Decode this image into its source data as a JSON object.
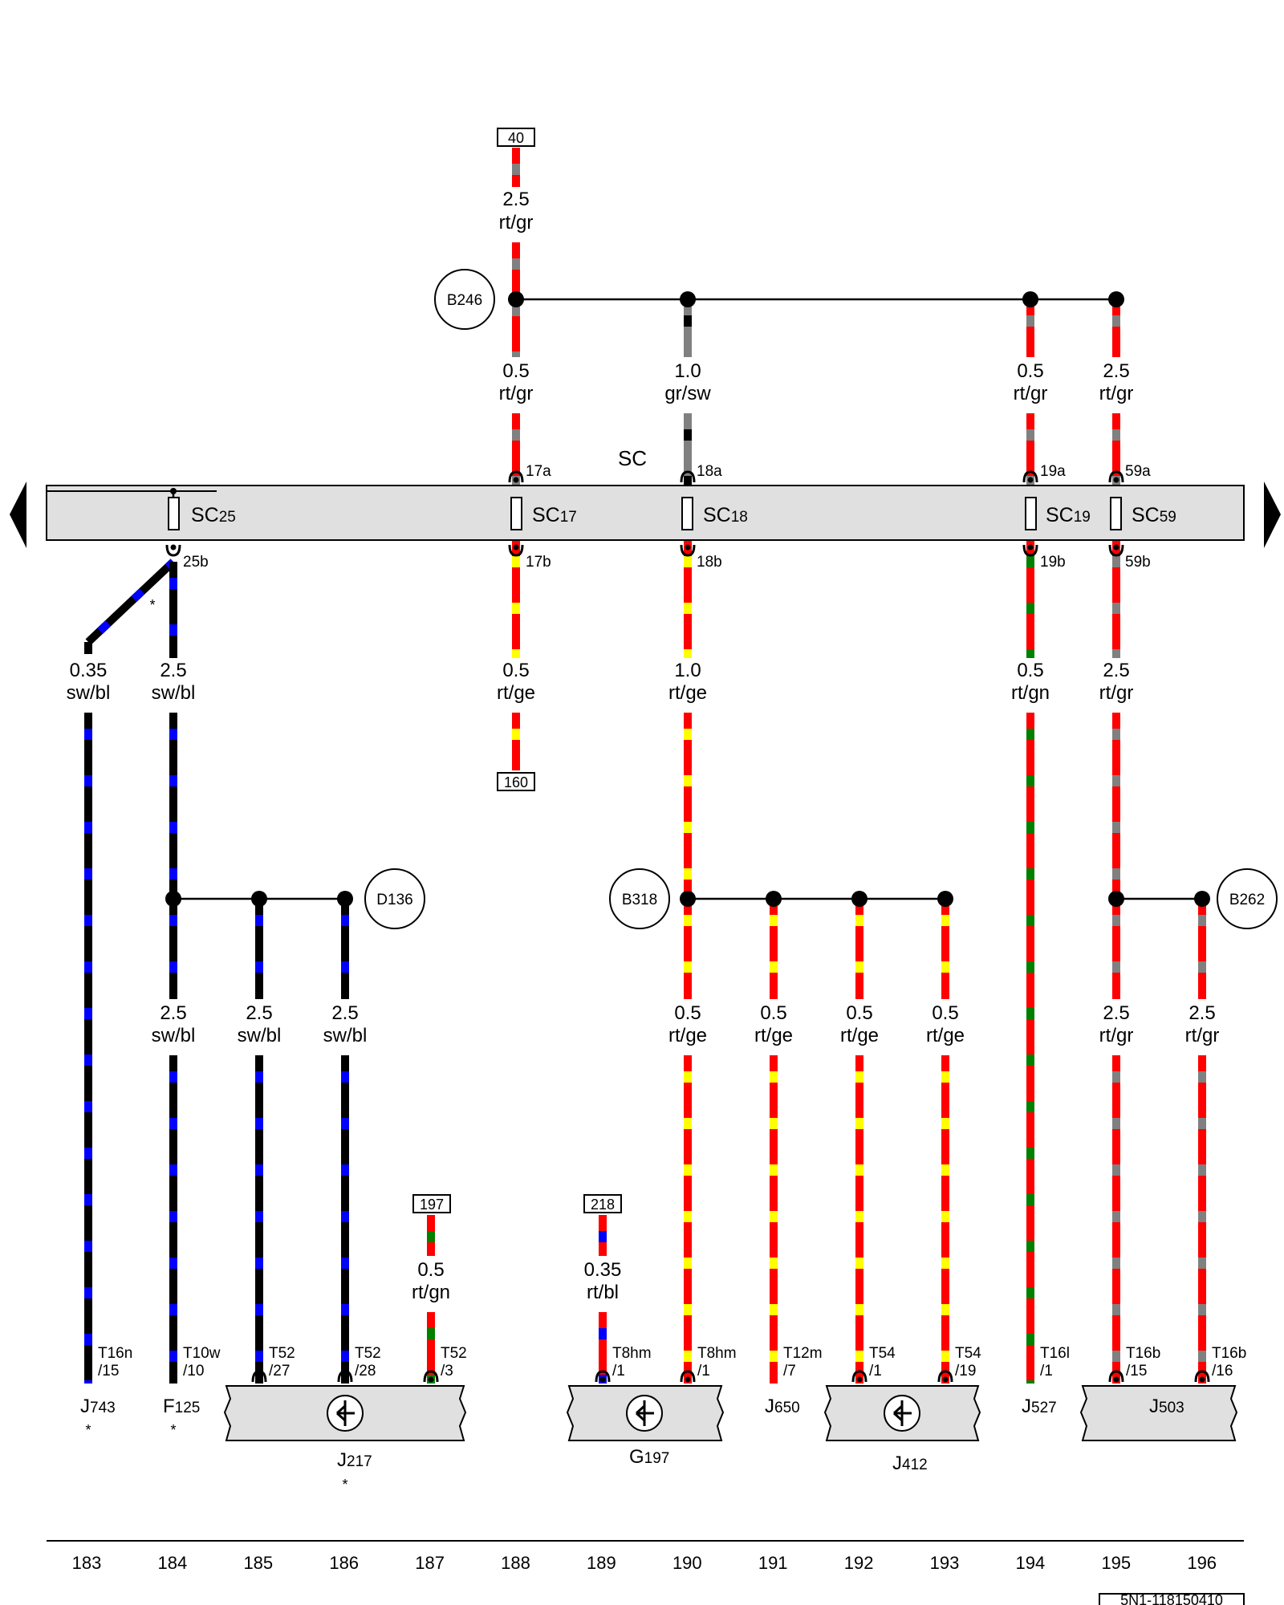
{
  "bus": {
    "label": "SC"
  },
  "doc_id": "5N1-118150410",
  "colors": {
    "rt": "#ff0000",
    "gr": "#808080",
    "sw": "#000000",
    "bl": "#0000ff",
    "ge": "#ffff00",
    "gn": "#008000"
  },
  "refs": [
    {
      "label": "40"
    },
    {
      "label": "160"
    },
    {
      "label": "197"
    },
    {
      "label": "218"
    }
  ],
  "nodes": [
    {
      "label": "B246"
    },
    {
      "label": "D136"
    },
    {
      "label": "B318"
    },
    {
      "label": "B262"
    }
  ],
  "fuses": [
    {
      "prefix": "SC",
      "num": "25",
      "in_pin": "",
      "out_pin": "25b"
    },
    {
      "prefix": "SC",
      "num": "17",
      "in_pin": "17a",
      "out_pin": "17b"
    },
    {
      "prefix": "SC",
      "num": "18",
      "in_pin": "18a",
      "out_pin": "18b"
    },
    {
      "prefix": "SC",
      "num": "19",
      "in_pin": "19a",
      "out_pin": "19b"
    },
    {
      "prefix": "SC",
      "num": "59",
      "in_pin": "59a",
      "out_pin": "59b"
    }
  ],
  "wires": [
    {
      "size": "2.5",
      "code": "rt/gr"
    },
    {
      "size": "0.5",
      "code": "rt/gr"
    },
    {
      "size": "1.0",
      "code": "gr/sw"
    },
    {
      "size": "0.5",
      "code": "rt/gr"
    },
    {
      "size": "2.5",
      "code": "rt/gr"
    },
    {
      "size": "0.35",
      "code": "sw/bl"
    },
    {
      "size": "2.5",
      "code": "sw/bl"
    },
    {
      "size": "0.5",
      "code": "rt/ge"
    },
    {
      "size": "1.0",
      "code": "rt/ge"
    },
    {
      "size": "0.5",
      "code": "rt/gn"
    },
    {
      "size": "2.5",
      "code": "rt/gr"
    },
    {
      "size": "2.5",
      "code": "sw/bl"
    },
    {
      "size": "2.5",
      "code": "sw/bl"
    },
    {
      "size": "2.5",
      "code": "sw/bl"
    },
    {
      "size": "0.5",
      "code": "rt/ge"
    },
    {
      "size": "0.5",
      "code": "rt/ge"
    },
    {
      "size": "0.5",
      "code": "rt/ge"
    },
    {
      "size": "0.5",
      "code": "rt/ge"
    },
    {
      "size": "2.5",
      "code": "rt/gr"
    },
    {
      "size": "2.5",
      "code": "rt/gr"
    },
    {
      "size": "0.5",
      "code": "rt/gn"
    },
    {
      "size": "0.35",
      "code": "rt/bl"
    }
  ],
  "connectors": [
    {
      "line1": "T16n",
      "line2": "/15"
    },
    {
      "line1": "T10w",
      "line2": "/10"
    },
    {
      "line1": "T52",
      "line2": "/27"
    },
    {
      "line1": "T52",
      "line2": "/28"
    },
    {
      "line1": "T52",
      "line2": "/3"
    },
    {
      "line1": "T8hm",
      "line2": "/1"
    },
    {
      "line1": "T8hm",
      "line2": "/1"
    },
    {
      "line1": "T12m",
      "line2": "/7"
    },
    {
      "line1": "T54",
      "line2": "/1"
    },
    {
      "line1": "T54",
      "line2": "/19"
    },
    {
      "line1": "T16l",
      "line2": "/1"
    },
    {
      "line1": "T16b",
      "line2": "/15"
    },
    {
      "line1": "T16b",
      "line2": "/16"
    }
  ],
  "components": [
    {
      "letter": "J",
      "num": "743",
      "note": "*"
    },
    {
      "letter": "F",
      "num": "125",
      "note": "*"
    },
    {
      "letter": "J",
      "num": "217",
      "note": "*"
    },
    {
      "letter": "G",
      "num": "197",
      "note": ""
    },
    {
      "letter": "J",
      "num": "650",
      "note": ""
    },
    {
      "letter": "J",
      "num": "412",
      "note": ""
    },
    {
      "letter": "J",
      "num": "527",
      "note": ""
    },
    {
      "letter": "J",
      "num": "503",
      "note": ""
    }
  ],
  "star_note": "*",
  "columns": [
    "183",
    "184",
    "185",
    "186",
    "187",
    "188",
    "189",
    "190",
    "191",
    "192",
    "193",
    "194",
    "195",
    "196"
  ]
}
